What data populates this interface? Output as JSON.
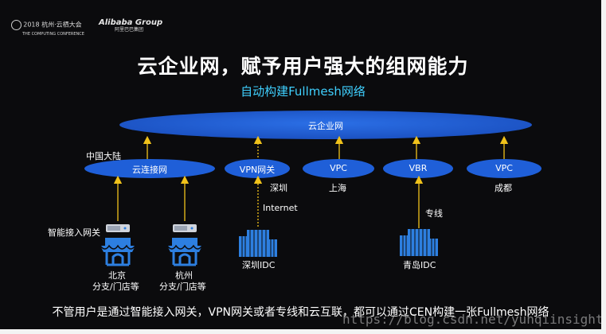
{
  "header": {
    "event_logo_line1": "2018 杭州·云栖大会",
    "event_logo_line2": "THE COMPUTING CONFERENCE",
    "brand_logo": "Alibaba Group",
    "brand_sub": "阿里巴巴集团"
  },
  "title": "云企业网，赋予用户强大的组网能力",
  "subtitle": "自动构建Fullmesh网络",
  "diagram": {
    "cen_label": "云企业网",
    "region_label": "中国大陆",
    "nodes": [
      {
        "id": "cloud-connect",
        "label": "云连接网"
      },
      {
        "id": "vpn-gateway",
        "label": "VPN网关",
        "location": "深圳"
      },
      {
        "id": "vpc-shanghai",
        "label": "VPC",
        "location": "上海"
      },
      {
        "id": "vbr",
        "label": "VBR"
      },
      {
        "id": "vpc-chengdu",
        "label": "VPC",
        "location": "成都"
      }
    ],
    "gateway_label": "智能接入网关",
    "internet_label": "Internet",
    "leased_line_label": "专线",
    "sites": [
      {
        "id": "beijing",
        "line1": "北京",
        "line2": "分支/门店等"
      },
      {
        "id": "hangzhou",
        "line1": "杭州",
        "line2": "分支/门店等"
      },
      {
        "id": "shenzhen-idc",
        "line1": "深圳IDC"
      },
      {
        "id": "qingdao-idc",
        "line1": "青岛IDC"
      }
    ],
    "colors": {
      "ellipse": "#1f5fd8",
      "arrow": "#f0c21b",
      "icon": "#2d7fe0",
      "subtitle": "#3fd0ff"
    }
  },
  "footer": "不管用户是通过智能接入网关，VPN网关或者专线和云互联，都可以通过CEN构建一张Fullmesh网络",
  "watermark": "https://blog.csdn.net/yunqiinsight"
}
